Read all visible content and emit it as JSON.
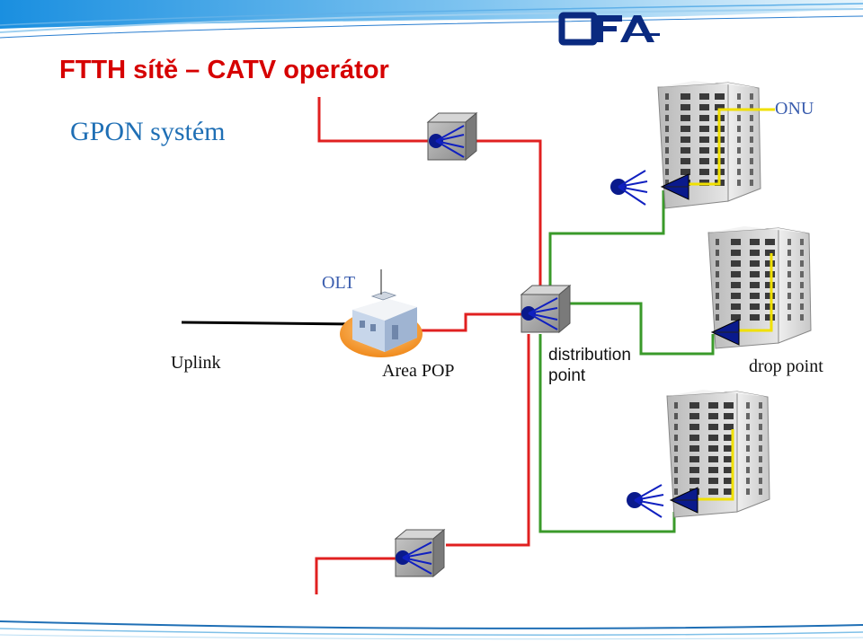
{
  "slide": {
    "title": "FTTH sítě – CATV operátor",
    "subtitle": "GPON systém",
    "logo_text": "OFA"
  },
  "labels": {
    "onu": "ONU",
    "olt": "OLT",
    "uplink": "Uplink",
    "area_pop": "Area POP",
    "distribution_point_line1": "distribution",
    "distribution_point_line2": "point",
    "drop_point": "drop point"
  },
  "colors": {
    "title": "#d60000",
    "subtitle": "#1f6fb5",
    "feeder_fiber": "#e02020",
    "distribution_fiber": "#3a9a2a",
    "in_building_fiber": "#f0e000",
    "splitter": "#0a1a8c",
    "logo": "#0a2a80"
  }
}
